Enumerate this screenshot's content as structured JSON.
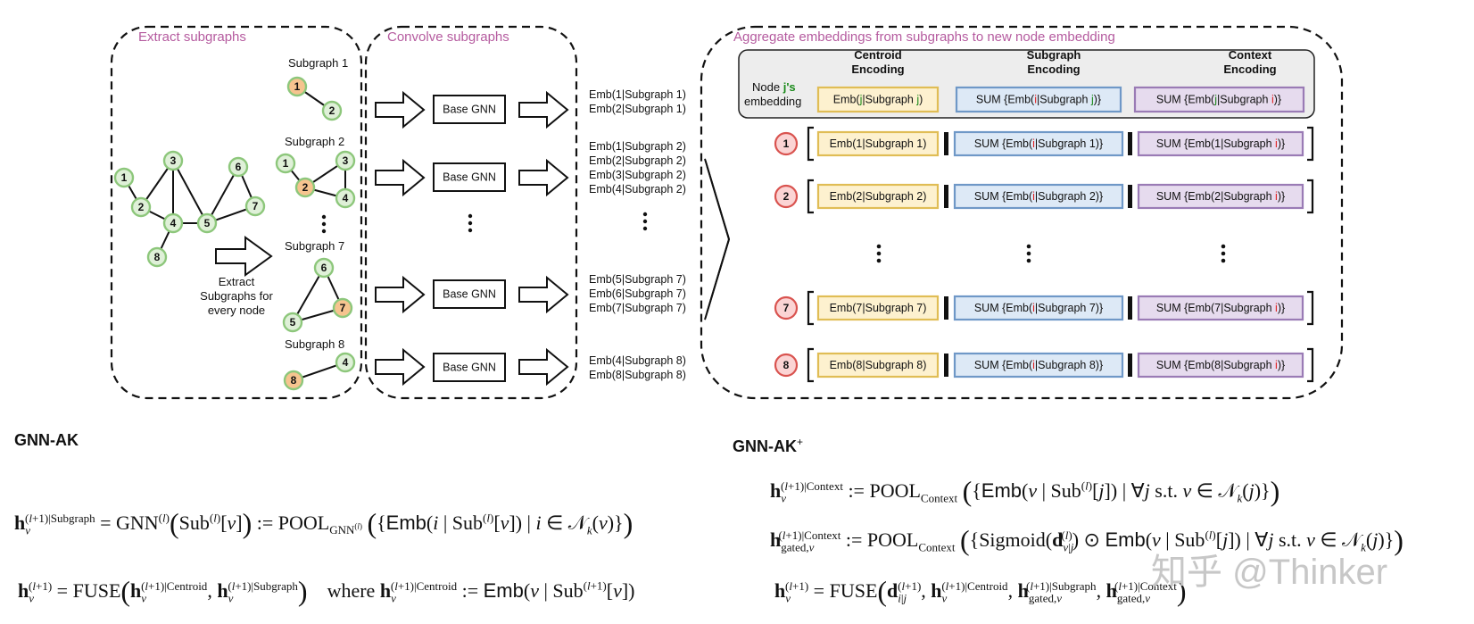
{
  "sections": {
    "extract": "Extract subgraphs",
    "convolve": "Convolve subgraphs",
    "aggregate": "Aggregate embeddings from subgraphs to new node embedding"
  },
  "graph": {
    "nodes": [
      "1",
      "2",
      "3",
      "4",
      "5",
      "6",
      "7",
      "8"
    ],
    "caption_line1": "Extract",
    "caption_line2": "Subgraphs for",
    "caption_line3": "every node"
  },
  "subgraphs": [
    {
      "title": "Subgraph 1",
      "nodes": [
        "1",
        "2"
      ]
    },
    {
      "title": "Subgraph 2",
      "nodes": [
        "1",
        "3",
        "2",
        "4"
      ]
    },
    {
      "title": "Subgraph 7",
      "nodes": [
        "6",
        "5",
        "7"
      ]
    },
    {
      "title": "Subgraph 8",
      "nodes": [
        "4",
        "8"
      ]
    }
  ],
  "base_gnn": "Base GNN",
  "embeddings": {
    "g1": [
      "Emb(1|Subgraph 1)",
      "Emb(2|Subgraph 1)"
    ],
    "g2": [
      "Emb(1|Subgraph 2)",
      "Emb(2|Subgraph 2)",
      "Emb(3|Subgraph 2)",
      "Emb(4|Subgraph 2)"
    ],
    "g7": [
      "Emb(5|Subgraph 7)",
      "Emb(6|Subgraph 7)",
      "Emb(7|Subgraph 7)"
    ],
    "g8": [
      "Emb(4|Subgraph 8)",
      "Emb(8|Subgraph 8)"
    ]
  },
  "legend": {
    "node_label_1": "Node",
    "node_label_j": "j's",
    "node_label_2": "embedding",
    "centroid_h1": "Centroid",
    "centroid_h2": "Encoding",
    "subgraph_h1": "Subgraph",
    "subgraph_h2": "Encoding",
    "context_h1": "Context",
    "context_h2": "Encoding",
    "centroid_box": "Emb(j|Subgraph j)",
    "subgraph_box_pre": "SUM {Emb(",
    "subgraph_box_i": "i",
    "subgraph_box_mid": "|Subgraph ",
    "subgraph_box_j": "j",
    "subgraph_box_post": ")}",
    "context_box_pre": "SUM {Emb(",
    "context_box_j": "j",
    "context_box_mid": "|Subgraph ",
    "context_box_i": "i",
    "context_box_post": ")}"
  },
  "rows": [
    {
      "id": "1",
      "centroid": "Emb(1|Subgraph 1)",
      "sub_pre": "SUM {Emb(",
      "sub_i": "i",
      "sub_post": "|Subgraph 1)}",
      "ctx_pre": "SUM {Emb(1|Subgraph ",
      "ctx_i": "i",
      "ctx_post": ")}"
    },
    {
      "id": "2",
      "centroid": "Emb(2|Subgraph 2)",
      "sub_pre": "SUM {Emb(",
      "sub_i": "i",
      "sub_post": "|Subgraph 2)}",
      "ctx_pre": "SUM {Emb(2|Subgraph ",
      "ctx_i": "i",
      "ctx_post": ")}"
    },
    {
      "id": "7",
      "centroid": "Emb(7|Subgraph 7)",
      "sub_pre": "SUM {Emb(",
      "sub_i": "i",
      "sub_post": "|Subgraph 7)}",
      "ctx_pre": "SUM {Emb(7|Subgraph ",
      "ctx_i": "i",
      "ctx_post": ")}"
    },
    {
      "id": "8",
      "centroid": "Emb(8|Subgraph 8)",
      "sub_pre": "SUM {Emb(",
      "sub_i": "i",
      "sub_post": "|Subgraph 8)}",
      "ctx_pre": "SUM {Emb(8|Subgraph ",
      "ctx_i": "i",
      "ctx_post": ")}"
    }
  ],
  "colors": {
    "section_title": "#b55b9f",
    "highlight_green": "#1a8a1a",
    "highlight_red": "#e02020",
    "centroid_fill": "#fdf1cf",
    "subgraph_fill": "#dde9f6",
    "context_fill": "#e6dbee",
    "node_fill": "#dff0d8",
    "node_highlight": "#f6c48f"
  },
  "titles": {
    "left": "GNN-AK",
    "right": "GNN-AK",
    "right_sup": "+"
  },
  "watermark": "知乎 @Thinker"
}
